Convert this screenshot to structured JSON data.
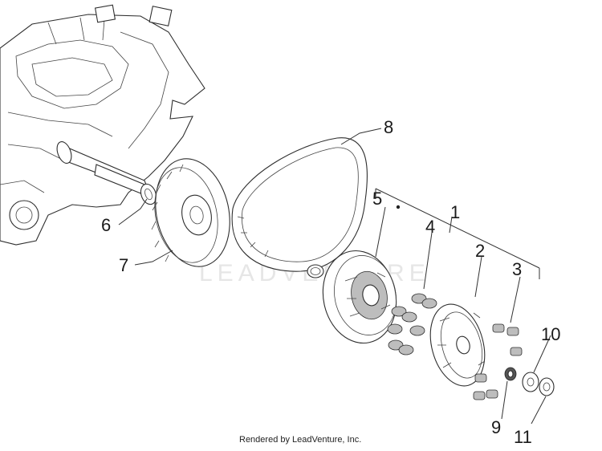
{
  "diagram": {
    "callouts": [
      {
        "id": "1",
        "label": "1"
      },
      {
        "id": "2",
        "label": "2"
      },
      {
        "id": "3",
        "label": "3"
      },
      {
        "id": "4",
        "label": "4"
      },
      {
        "id": "5",
        "label": "5"
      },
      {
        "id": "6",
        "label": "6"
      },
      {
        "id": "7",
        "label": "7"
      },
      {
        "id": "8",
        "label": "8"
      },
      {
        "id": "9",
        "label": "9"
      },
      {
        "id": "10",
        "label": "10"
      },
      {
        "id": "11",
        "label": "11"
      }
    ],
    "watermark": "LEADVENTURE",
    "credit": "Rendered by LeadVenture, Inc."
  }
}
